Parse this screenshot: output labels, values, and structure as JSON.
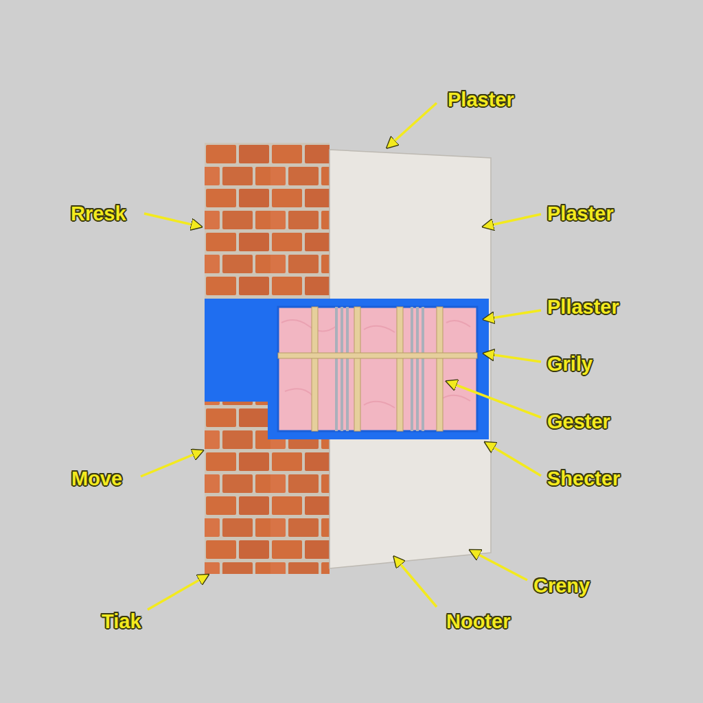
{
  "diagram": {
    "labels": [
      "Plaster",
      "Rresk",
      "Plaster",
      "Pllaster",
      "Grily",
      "Gester",
      "Move",
      "Shecter",
      "Creny",
      "Tiak",
      "Nooter"
    ]
  }
}
